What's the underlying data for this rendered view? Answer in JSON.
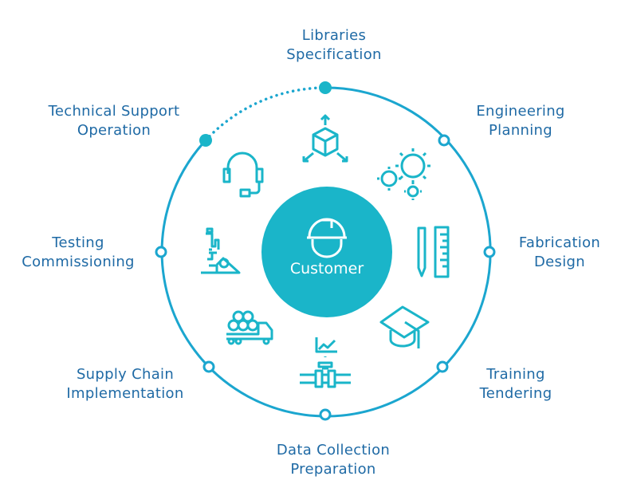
{
  "center": {
    "label": "Customer",
    "icon": "hard-hat-icon"
  },
  "stages": [
    {
      "line1": "Libraries",
      "line2": "Specification",
      "icon": "cube-arrows-icon",
      "node": "filled"
    },
    {
      "line1": "Engineering",
      "line2": "Planning",
      "icon": "gears-icon",
      "node": "hollow"
    },
    {
      "line1": "Fabrication",
      "line2": "Design",
      "icon": "pencil-ruler-icon",
      "node": "hollow"
    },
    {
      "line1": "Training",
      "line2": "Tendering",
      "icon": "graduation-cap-icon",
      "node": "hollow"
    },
    {
      "line1": "Data Collection",
      "line2": "Preparation",
      "icon": "chart-valve-icon",
      "node": "hollow"
    },
    {
      "line1": "Supply Chain",
      "line2": "Implementation",
      "icon": "pipe-truck-icon",
      "node": "hollow"
    },
    {
      "line1": "Testing",
      "line2": "Commissioning",
      "icon": "microscope-icon",
      "node": "hollow"
    },
    {
      "line1": "Technical Support",
      "line2": "Operation",
      "icon": "headset-icon",
      "node": "filled"
    }
  ],
  "colors": {
    "ring": "#1ba6cf",
    "accent": "#1ab5c9",
    "text": "#1f6aa5"
  }
}
